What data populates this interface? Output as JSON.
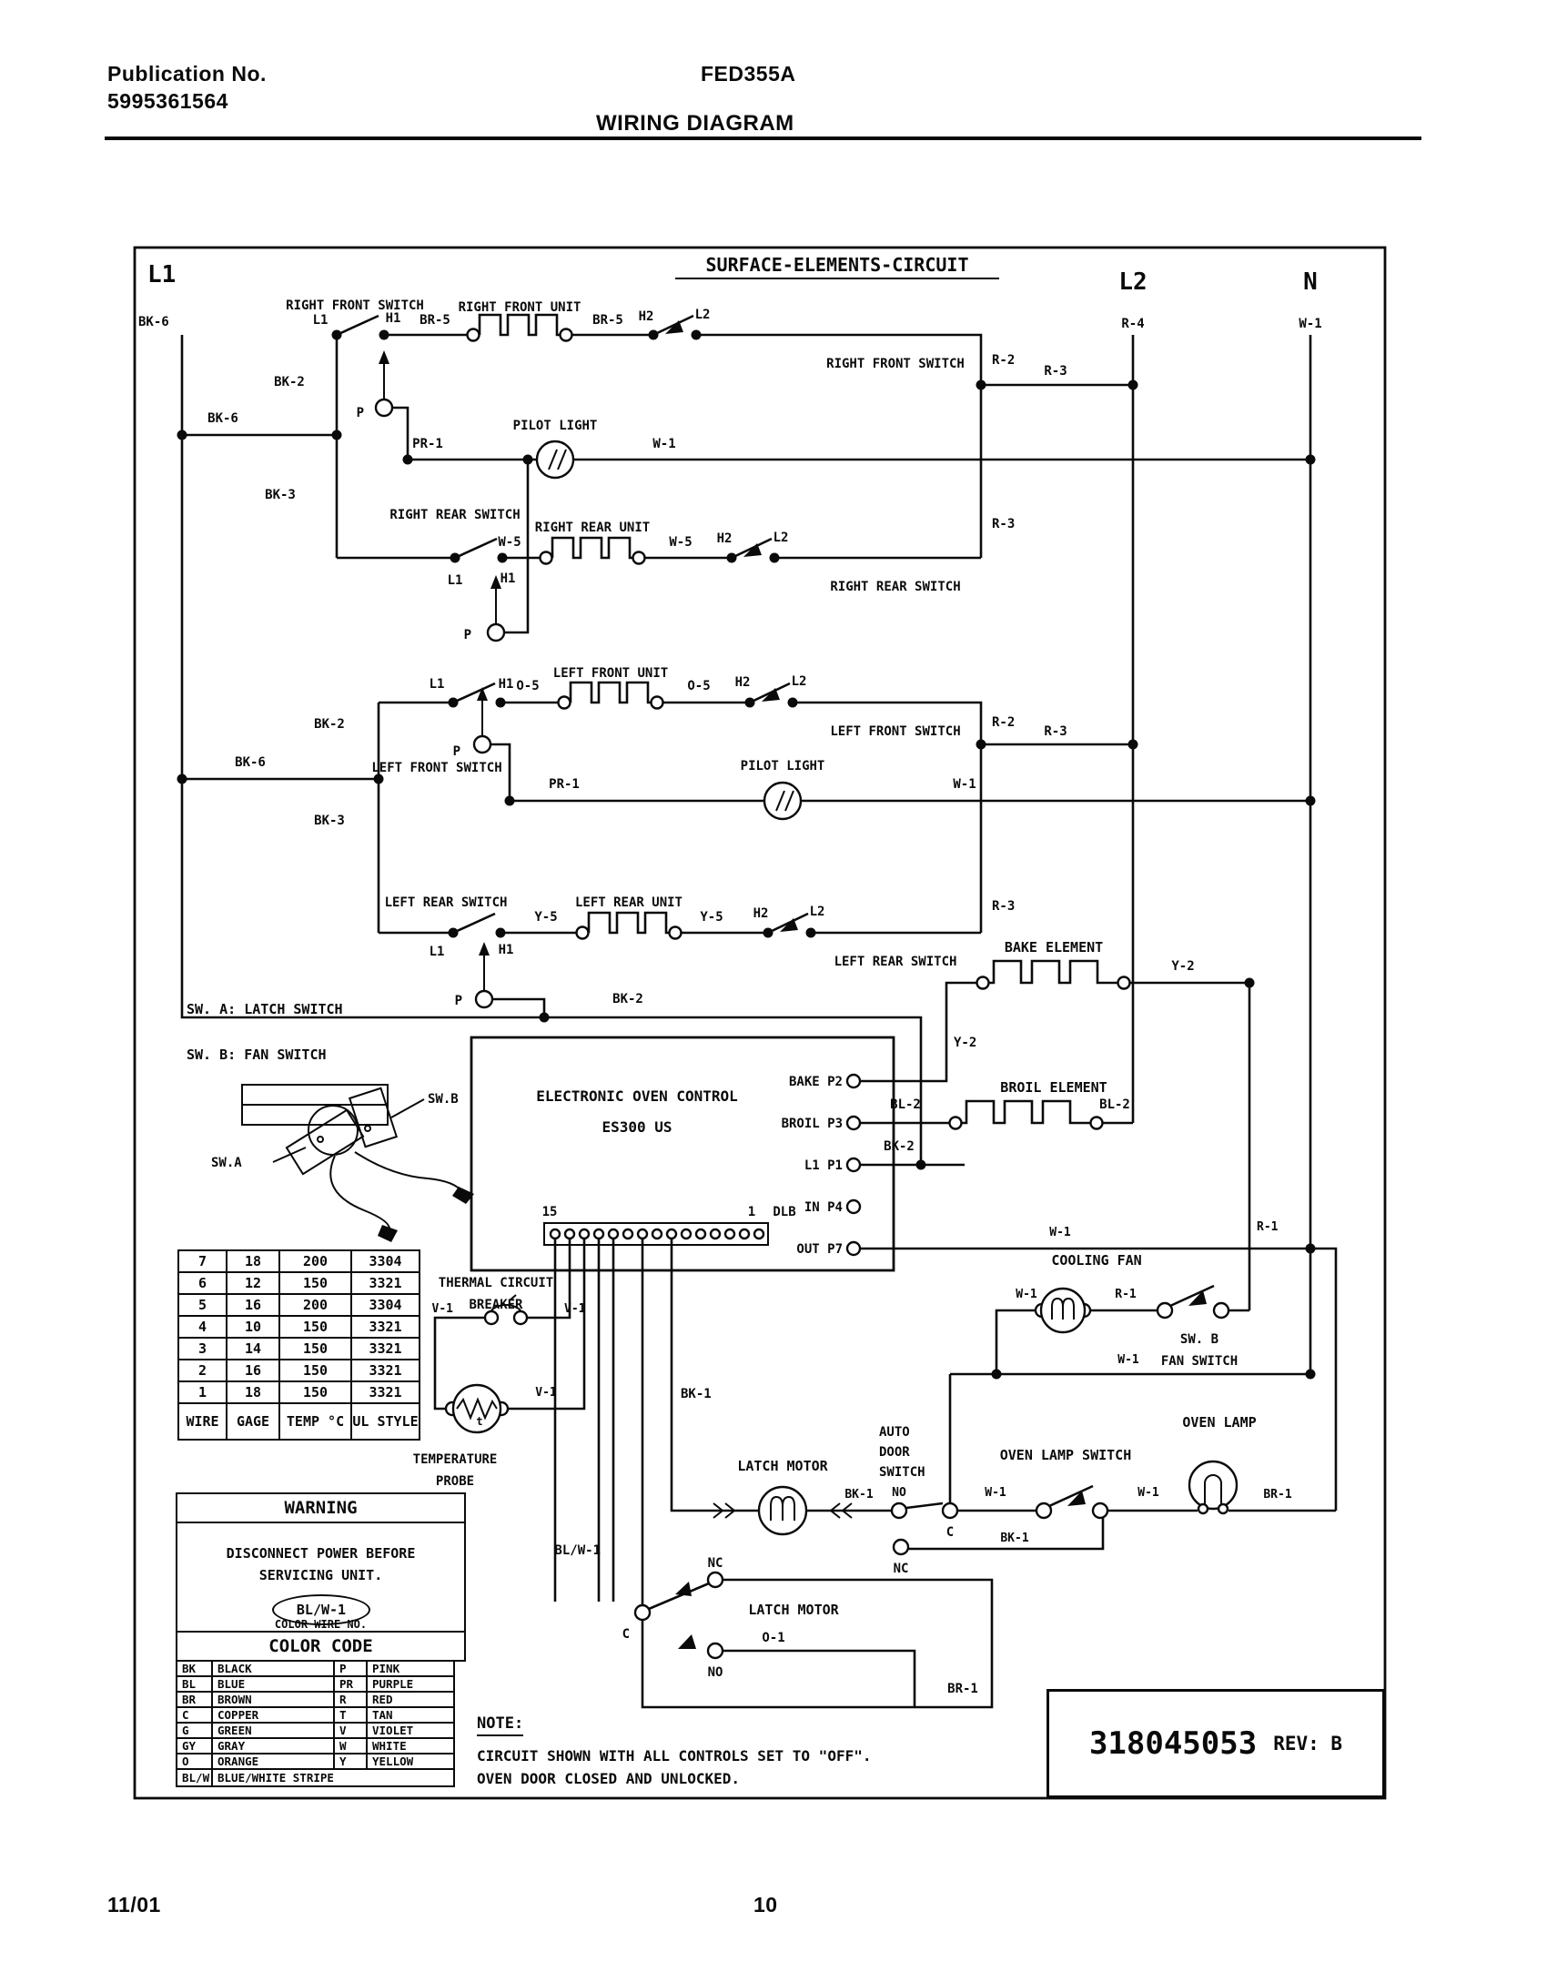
{
  "header": {
    "publication_label": "Publication No.",
    "publication_number": "5995361564",
    "model": "FED355A",
    "title": "WIRING DIAGRAM"
  },
  "footer": {
    "date": "11/01",
    "page": "10"
  },
  "title_block": {
    "part_number": "318045053",
    "revision": "REV: B"
  },
  "note": {
    "title": "NOTE:",
    "line1": "CIRCUIT SHOWN WITH ALL CONTROLS SET TO \"OFF\".",
    "line2": "OVEN DOOR CLOSED AND UNLOCKED."
  },
  "warning": {
    "title": "WARNING",
    "line1": "DISCONNECT POWER BEFORE",
    "line2": "SERVICING UNIT.",
    "badge": "BL/W-1",
    "caption": "COLOR WIRE NO."
  },
  "color_code": {
    "title": "COLOR CODE",
    "rows": [
      [
        "BK",
        "BLACK",
        "P",
        "PINK"
      ],
      [
        "BL",
        "BLUE",
        "PR",
        "PURPLE"
      ],
      [
        "BR",
        "BROWN",
        "R",
        "RED"
      ],
      [
        "C",
        "COPPER",
        "T",
        "TAN"
      ],
      [
        "G",
        "GREEN",
        "V",
        "VIOLET"
      ],
      [
        "GY",
        "GRAY",
        "W",
        "WHITE"
      ],
      [
        "O",
        "ORANGE",
        "Y",
        "YELLOW"
      ]
    ],
    "full_row": [
      "BL/W",
      "BLUE/WHITE STRIPE"
    ]
  },
  "wire_table": {
    "headers": [
      "WIRE",
      "GAGE",
      "TEMP °C",
      "UL STYLE"
    ],
    "rows": [
      [
        "7",
        "18",
        "200",
        "3304"
      ],
      [
        "6",
        "12",
        "150",
        "3321"
      ],
      [
        "5",
        "16",
        "200",
        "3304"
      ],
      [
        "4",
        "10",
        "150",
        "3321"
      ],
      [
        "3",
        "14",
        "150",
        "3321"
      ],
      [
        "2",
        "16",
        "150",
        "3321"
      ],
      [
        "1",
        "18",
        "150",
        "3321"
      ]
    ]
  },
  "diagram": {
    "section_title": "SURFACE-ELEMENTS-CIRCUIT",
    "labels": [
      [
        162,
        310,
        "L1",
        "s",
        26
      ],
      [
        1245,
        318,
        "L2",
        "m",
        26
      ],
      [
        1440,
        318,
        "N",
        "m",
        26
      ],
      [
        1245,
        360,
        "R-4"
      ],
      [
        1440,
        360,
        "W-1"
      ],
      [
        152,
        358,
        "BK-6",
        "s"
      ],
      [
        920,
        298,
        "SURFACE-ELEMENTS-CIRCUIT",
        "m",
        20
      ],
      [
        390,
        340,
        "RIGHT FRONT SWITCH"
      ],
      [
        352,
        356,
        "L1"
      ],
      [
        432,
        354,
        "H1"
      ],
      [
        400,
        458,
        "P",
        "e"
      ],
      [
        478,
        356,
        "BR-5"
      ],
      [
        571,
        342,
        "RIGHT FRONT UNIT"
      ],
      [
        668,
        356,
        "BR-5"
      ],
      [
        710,
        352,
        "H2"
      ],
      [
        772,
        350,
        "L2"
      ],
      [
        984,
        404,
        "RIGHT FRONT SWITCH"
      ],
      [
        1090,
        400,
        "R-2",
        "s"
      ],
      [
        1160,
        412,
        "R-3"
      ],
      [
        318,
        424,
        "BK-2"
      ],
      [
        245,
        464,
        "BK-6"
      ],
      [
        308,
        548,
        "BK-3"
      ],
      [
        470,
        492,
        "PR-1"
      ],
      [
        610,
        472,
        "PILOT LIGHT"
      ],
      [
        730,
        492,
        "W-1"
      ],
      [
        500,
        570,
        "RIGHT REAR SWITCH"
      ],
      [
        500,
        642,
        "L1"
      ],
      [
        558,
        640,
        "H1"
      ],
      [
        518,
        702,
        "P",
        "e"
      ],
      [
        560,
        600,
        "W-5"
      ],
      [
        651,
        584,
        "RIGHT REAR UNIT"
      ],
      [
        748,
        600,
        "W-5"
      ],
      [
        796,
        596,
        "H2"
      ],
      [
        858,
        595,
        "L2"
      ],
      [
        984,
        649,
        "RIGHT REAR SWITCH"
      ],
      [
        1090,
        580,
        "R-3",
        "s"
      ],
      [
        480,
        756,
        "L1"
      ],
      [
        556,
        756,
        "H1"
      ],
      [
        506,
        830,
        "P",
        "e"
      ],
      [
        480,
        848,
        "LEFT FRONT SWITCH"
      ],
      [
        580,
        758,
        "O-5"
      ],
      [
        671,
        744,
        "LEFT FRONT UNIT"
      ],
      [
        768,
        758,
        "O-5"
      ],
      [
        816,
        754,
        "H2"
      ],
      [
        878,
        753,
        "L2"
      ],
      [
        984,
        808,
        "LEFT FRONT SWITCH"
      ],
      [
        1090,
        798,
        "R-2",
        "s"
      ],
      [
        1160,
        808,
        "R-3"
      ],
      [
        362,
        800,
        "BK-2"
      ],
      [
        275,
        842,
        "BK-6"
      ],
      [
        362,
        906,
        "BK-3"
      ],
      [
        620,
        866,
        "PR-1"
      ],
      [
        860,
        846,
        "PILOT LIGHT"
      ],
      [
        1060,
        866,
        "W-1"
      ],
      [
        490,
        996,
        "LEFT REAR SWITCH"
      ],
      [
        480,
        1050,
        "L1"
      ],
      [
        556,
        1048,
        "H1"
      ],
      [
        508,
        1104,
        "P",
        "e"
      ],
      [
        600,
        1012,
        "Y-5"
      ],
      [
        691,
        996,
        "LEFT REAR UNIT"
      ],
      [
        782,
        1012,
        "Y-5"
      ],
      [
        836,
        1008,
        "H2"
      ],
      [
        898,
        1006,
        "L2"
      ],
      [
        984,
        1061,
        "LEFT REAR SWITCH"
      ],
      [
        1090,
        1000,
        "R-3",
        "s"
      ],
      [
        690,
        1102,
        "BK-2"
      ],
      [
        1158,
        1046,
        "BAKE ELEMENT",
        "m",
        15
      ],
      [
        1300,
        1066,
        "Y-2"
      ],
      [
        1048,
        1150,
        "Y-2",
        "s"
      ],
      [
        1158,
        1200,
        "BROIL ELEMENT",
        "m",
        15
      ],
      [
        995,
        1218,
        "BL-2"
      ],
      [
        1225,
        1218,
        "BL-2"
      ],
      [
        988,
        1264,
        "BK-2"
      ],
      [
        700,
        1210,
        "ELECTRONIC OVEN CONTROL",
        "m",
        16
      ],
      [
        700,
        1244,
        "ES300 US",
        "m",
        16
      ],
      [
        926,
        1193,
        "BAKE P2",
        "e"
      ],
      [
        926,
        1239,
        "BROIL P3",
        "e"
      ],
      [
        926,
        1285,
        "L1 P1",
        "e"
      ],
      [
        926,
        1331,
        "IN P4",
        "e"
      ],
      [
        926,
        1377,
        "OUT P7",
        "e"
      ],
      [
        604,
        1336,
        "15"
      ],
      [
        826,
        1336,
        "1"
      ],
      [
        862,
        1336,
        "DLB"
      ],
      [
        205,
        1114,
        "SW. A: LATCH SWITCH",
        "s",
        15
      ],
      [
        205,
        1164,
        "SW. B: FAN SWITCH",
        "s",
        15
      ],
      [
        470,
        1212,
        "SW.B",
        "s"
      ],
      [
        232,
        1282,
        "SW.A",
        "s"
      ],
      [
        545,
        1414,
        "THERMAL CIRCUIT"
      ],
      [
        545,
        1438,
        "BREAKER"
      ],
      [
        498,
        1442,
        "V-1",
        "e",
        13
      ],
      [
        620,
        1442,
        "V-1",
        "s",
        13
      ],
      [
        600,
        1534,
        "V-1",
        "m",
        13
      ],
      [
        500,
        1608,
        "TEMPERATURE"
      ],
      [
        500,
        1632,
        "PROBE"
      ],
      [
        1165,
        1358,
        "W-1",
        "m",
        13
      ],
      [
        1205,
        1390,
        "COOLING FAN",
        "m",
        15
      ],
      [
        1128,
        1426,
        "W-1",
        "m",
        13
      ],
      [
        1237,
        1426,
        "R-1",
        "m",
        13
      ],
      [
        1381,
        1352,
        "R-1",
        "s",
        13
      ],
      [
        1318,
        1476,
        "SW. B"
      ],
      [
        1318,
        1500,
        "FAN SWITCH"
      ],
      [
        1240,
        1498,
        "W-1",
        "m",
        13
      ],
      [
        748,
        1536,
        "BK-1",
        "s"
      ],
      [
        860,
        1616,
        "LATCH MOTOR",
        "m",
        15
      ],
      [
        944,
        1646,
        "BK-1",
        "m",
        13
      ],
      [
        988,
        1644,
        "NO",
        "m",
        13
      ],
      [
        966,
        1578,
        "AUTO",
        "s"
      ],
      [
        966,
        1600,
        "DOOR",
        "s"
      ],
      [
        966,
        1622,
        "SWITCH",
        "s"
      ],
      [
        1044,
        1688,
        "C"
      ],
      [
        990,
        1728,
        "NC"
      ],
      [
        1115,
        1694,
        "BK-1",
        "m",
        13
      ],
      [
        1094,
        1644,
        "W-1",
        "m",
        13
      ],
      [
        1171,
        1604,
        "OVEN LAMP SWITCH",
        "m",
        15
      ],
      [
        1262,
        1644,
        "W-1",
        "m",
        13
      ],
      [
        1340,
        1568,
        "OVEN LAMP",
        "m",
        15
      ],
      [
        1404,
        1646,
        "BR-1",
        "m",
        13
      ],
      [
        786,
        1722,
        "NC"
      ],
      [
        872,
        1774,
        "LATCH MOTOR",
        "m",
        15
      ],
      [
        850,
        1804,
        "O-1"
      ],
      [
        786,
        1842,
        "NO"
      ],
      [
        692,
        1800,
        "C",
        "e"
      ],
      [
        1058,
        1860,
        "BR-1"
      ],
      [
        660,
        1708,
        "BL/W-1",
        "e"
      ]
    ]
  }
}
